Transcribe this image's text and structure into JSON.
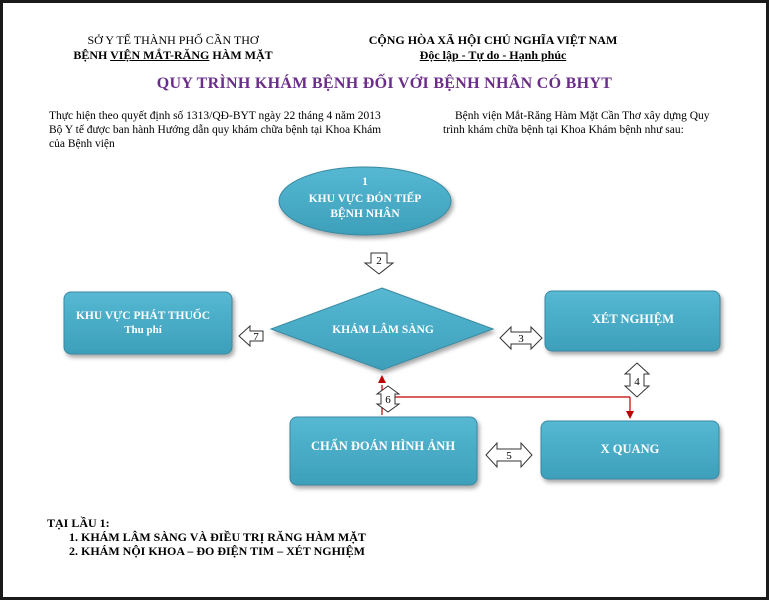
{
  "header": {
    "left_line1": "SỞ Y TẾ THÀNH PHỐ CẦN THƠ",
    "left_line2_pre": "BỆNH ",
    "left_line2_ul": "VIỆN MẮT-RĂNG",
    "left_line2_post": " HÀM MẶT",
    "right_line1": "CỘNG HÒA XÃ HỘI CHỦ NGHĨA VIỆT NAM",
    "right_line2": "Độc lập - Tự do - Hạnh phúc"
  },
  "title": "QUY TRÌNH KHÁM BỆNH ĐỐI VỚI BỆNH NHÂN CÓ BHYT",
  "intro": {
    "left": [
      "Thực hiện theo quyết định số 1313/QĐ-BYT ngày 22 tháng 4 năm 2013",
      "Bộ Y tế được ban hành Hướng dẫn quy khám chữa bệnh tại Khoa Khám",
      "của Bệnh viện"
    ],
    "right": [
      "Bệnh viện Mắt-Răng Hàm Mặt Cần Thơ xây dựng Quy",
      "trình khám chữa bệnh tại Khoa Khám bệnh như sau:"
    ]
  },
  "diagram": {
    "nodes": {
      "reception": [
        "1",
        "KHU VỰC ĐÓN TIẾP",
        "BỆNH NHÂN"
      ],
      "exam": "KHÁM LÂM SÀNG",
      "pharmacy": [
        "KHU VỰC PHÁT THUỐC",
        "Thu phí"
      ],
      "lab": "XÉT NGHIỆM",
      "imaging": "CHẨN ĐOÁN HÌNH ẢNH",
      "xray": "X QUANG"
    },
    "arrows": {
      "a2": "2",
      "a3": "3",
      "a4": "4",
      "a5": "5",
      "a6": "6",
      "a7": "7"
    },
    "colors": {
      "node_fill": "#4bacc6",
      "node_stroke": "#3a8aa1",
      "connector": "#c00000"
    }
  },
  "notes": {
    "heading": "TẠI LẦU 1:",
    "items": [
      "1.  KHÁM LÂM SÀNG VÀ ĐIỀU TRỊ RĂNG HÀM MẶT",
      "2. KHÁM NỘI KHOA – ĐO ĐIỆN TIM – XÉT NGHIỆM"
    ]
  }
}
